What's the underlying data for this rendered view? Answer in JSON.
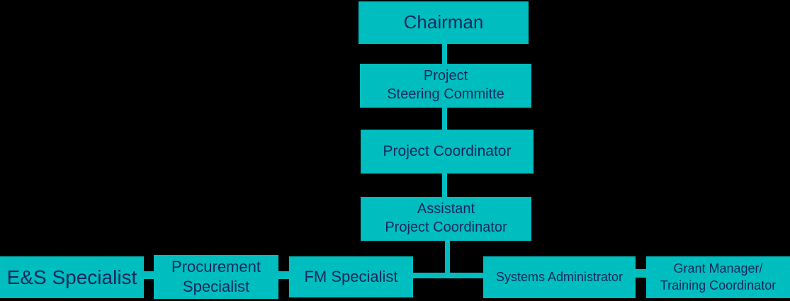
{
  "colors": {
    "background": "#000000",
    "box_fill": "#00bdbf",
    "box_text": "#12285e",
    "connector": "#00bdbf"
  },
  "org_chart": {
    "nodes": {
      "chairman": {
        "label": "Chairman"
      },
      "steering_committee": {
        "lines": [
          "Project",
          "Steering Committe"
        ]
      },
      "project_coordinator": {
        "label": "Project Coordinator"
      },
      "assistant_project_coordinator": {
        "lines": [
          "Assistant",
          "Project Coordinator"
        ]
      },
      "es_specialist": {
        "label": "E&S Specialist"
      },
      "procurement_specialist": {
        "lines": [
          "Procurement",
          "Specialist"
        ]
      },
      "fm_specialist": {
        "label": "FM Specialist"
      },
      "systems_administrator": {
        "label": "Systems Administrator"
      },
      "grant_manager": {
        "lines": [
          "Grant Manager/",
          "Training Coordinator"
        ]
      }
    }
  }
}
